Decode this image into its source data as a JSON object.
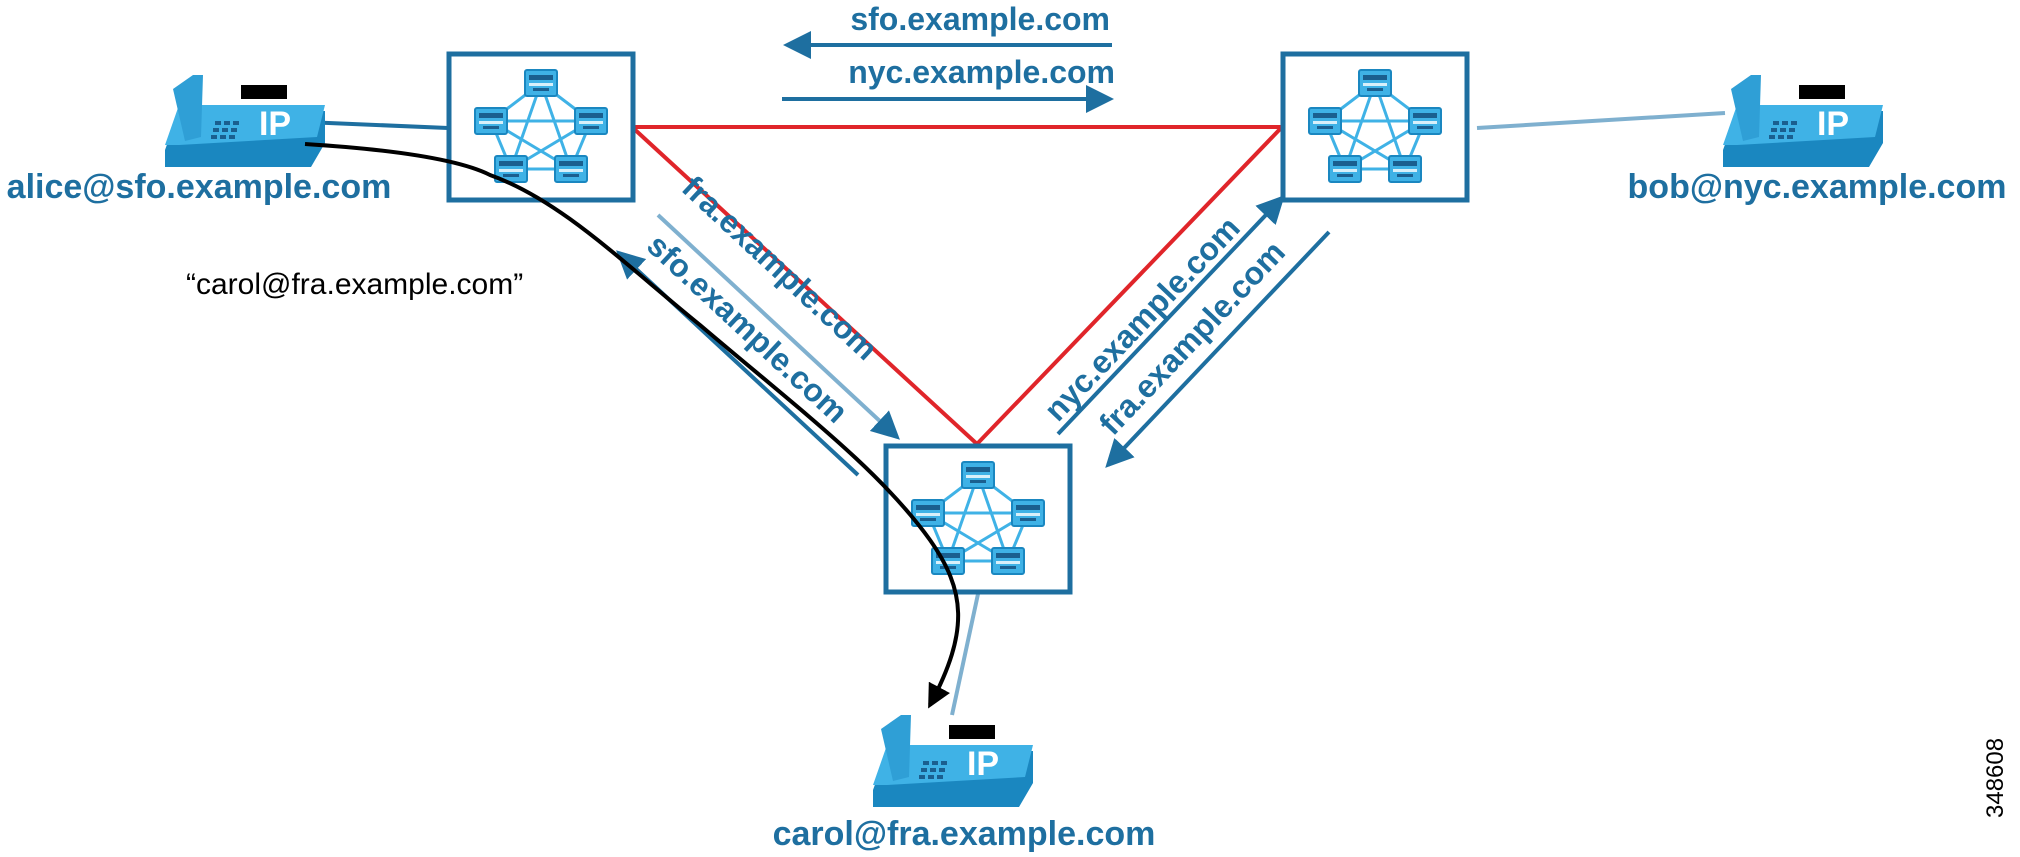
{
  "phones": {
    "alice": {
      "label": "alice@sfo.example.com",
      "badge": "IP"
    },
    "bob": {
      "label": "bob@nyc.example.com",
      "badge": "IP"
    },
    "carol": {
      "label": "carol@fra.example.com",
      "badge": "IP"
    }
  },
  "arrows": {
    "top_left": "sfo.example.com",
    "top_right": "nyc.example.com",
    "left_down": "fra.example.com",
    "left_up": "sfo.example.com",
    "right_up": "nyc.example.com",
    "right_down": "fra.example.com"
  },
  "call": {
    "dialed": "“carol@fra.example.com”"
  },
  "figure_id": "348608",
  "colors": {
    "accent": "#1e6fa0",
    "trunk": "#e0252a",
    "light_link": "#7fb0cf",
    "call_path": "#000000",
    "device": "#3fb2e6"
  }
}
